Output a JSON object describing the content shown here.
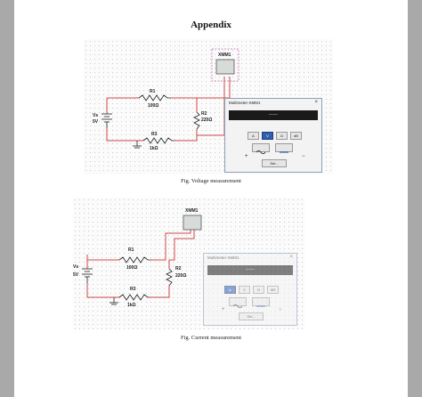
{
  "document": {
    "title": "Appendix",
    "captions": {
      "voltage": "Fig. Voltage measurement",
      "current": "Fig. Current measurement"
    }
  },
  "circuit": {
    "source_name": "Vs",
    "source_value": "5V",
    "r1_name": "R1",
    "r1_value": "100Ω",
    "r2_name": "R2",
    "r2_value": "220Ω",
    "r3_name": "R3",
    "r3_value": "1kΩ",
    "meter_name": "XMM1"
  },
  "multimeter": {
    "title": "Multimeter-XMM1",
    "close": "×",
    "display": "------",
    "buttons": [
      "A",
      "V",
      "Ω",
      "dB"
    ],
    "set_label": "Set...",
    "plus": "+",
    "minus": "−"
  },
  "colors": {
    "wire": "#d04848",
    "active_button": "#2f5fb0",
    "meter_dashed": "#c070b0"
  }
}
